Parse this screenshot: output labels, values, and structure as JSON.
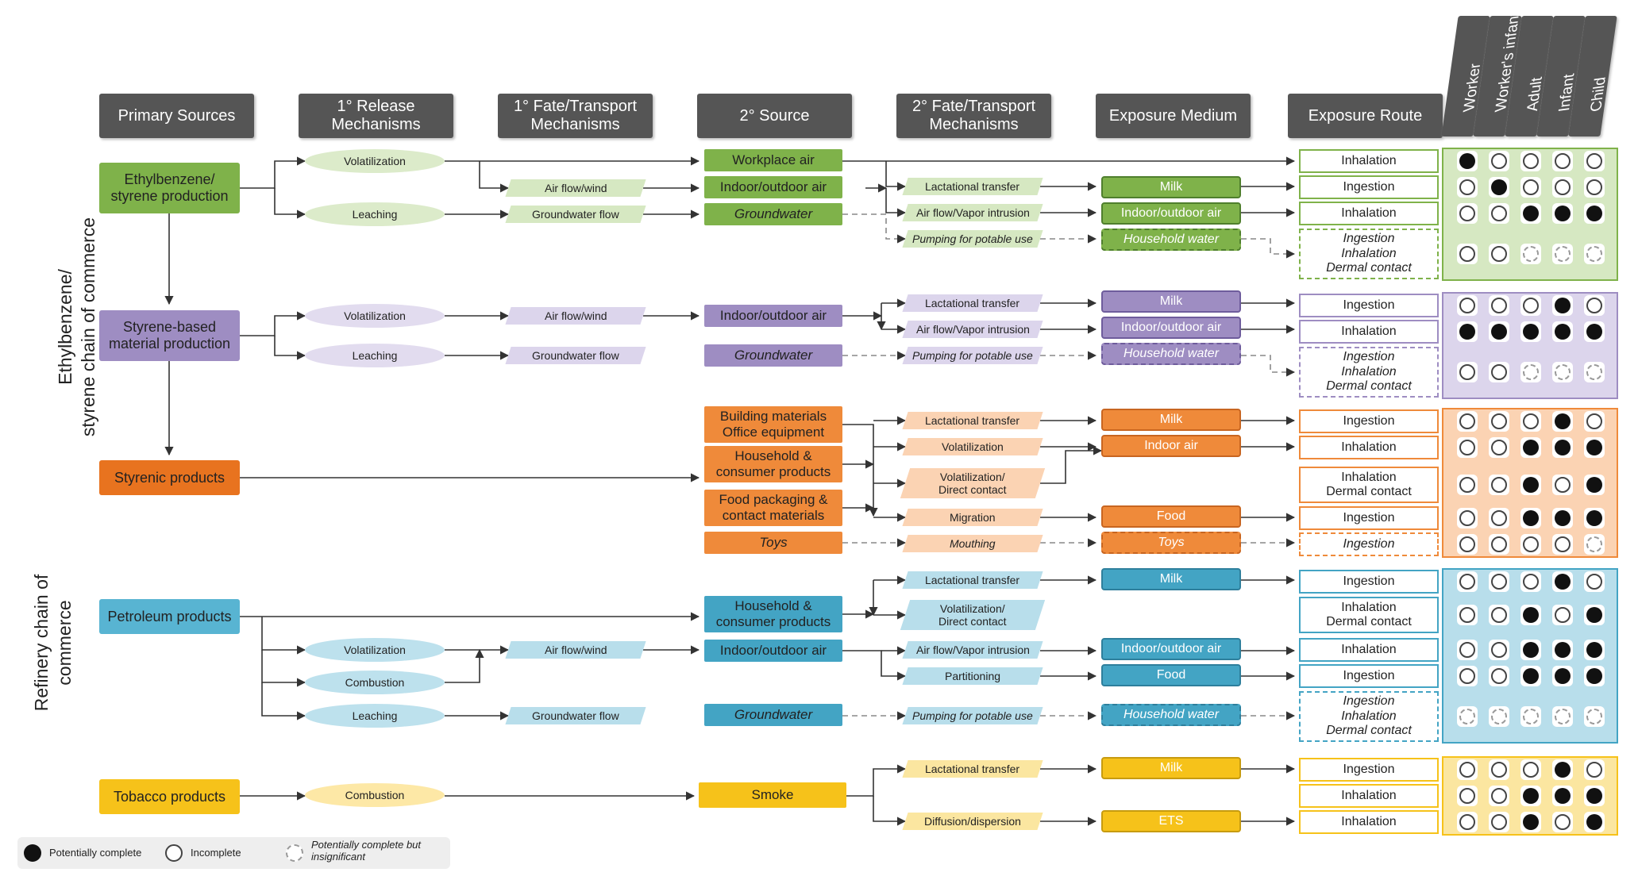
{
  "headers": {
    "primary_sources": "Primary Sources",
    "release": "1° Release\nMechanisms",
    "fate1": "1° Fate/Transport\nMechanisms",
    "source2": "2° Source",
    "fate2": "2° Fate/Transport\nMechanisms",
    "medium": "Exposure Medium",
    "route": "Exposure Route"
  },
  "receptors": [
    "Worker",
    "Worker's infant",
    "Adult",
    "Infant",
    "Child"
  ],
  "side_labels": {
    "ethylbenzene": "Ethylbenzene/\nstyrene chain of commerce",
    "refinery": "Refinery chain of\ncommerce"
  },
  "legend": {
    "complete": "Potentially complete",
    "incomplete": "Incomplete",
    "insignificant": "Potentially complete but\ninsignificant"
  },
  "colors": {
    "header": "#555555",
    "green": "#7fb24a",
    "purple": "#9e8dc2",
    "orange": "#ef8a3a",
    "styrenic": "#e8731f",
    "blue": "#43a4c4",
    "yellow": "#f6c21a"
  },
  "nodes": {
    "eb_production": "Ethylbenzene/\nstyrene production",
    "styrene_material": "Styrene-based\nmaterial production",
    "styrenic_products": "Styrenic products",
    "petroleum_products": "Petroleum products",
    "tobacco_products": "Tobacco products",
    "g_volatilization": "Volatilization",
    "g_leaching": "Leaching",
    "g_airflow": "Air flow/wind",
    "g_gwflow": "Groundwater flow",
    "g_workplace_air": "Workplace air",
    "g_indoor_outdoor_air": "Indoor/outdoor air",
    "g_groundwater": "Groundwater",
    "g_lactational": "Lactational transfer",
    "g_vapor": "Air flow/Vapor intrusion",
    "g_pumping": "Pumping for potable use",
    "g_milk": "Milk",
    "g_medium_air": "Indoor/outdoor air",
    "g_household_water": "Household water",
    "p_volatilization": "Volatilization",
    "p_leaching": "Leaching",
    "p_airflow": "Air flow/wind",
    "p_gwflow": "Groundwater flow",
    "p_indoor_outdoor_air": "Indoor/outdoor air",
    "p_groundwater": "Groundwater",
    "p_lactational": "Lactational transfer",
    "p_vapor": "Air flow/Vapor intrusion",
    "p_pumping": "Pumping for potable use",
    "p_milk": "Milk",
    "p_medium_air": "Indoor/outdoor air",
    "p_household_water": "Household water",
    "o_building": "Building materials\nOffice equipment",
    "o_household": "Household &\nconsumer products",
    "o_food_pack": "Food packaging &\ncontact materials",
    "o_toys": "Toys",
    "o_lactational": "Lactational transfer",
    "o_volatilization": "Volatilization",
    "o_vol_direct": "Volatilization/\nDirect contact",
    "o_migration": "Migration",
    "o_mouthing": "Mouthing",
    "o_milk": "Milk",
    "o_indoor_air": "Indoor air",
    "o_food": "Food",
    "o_toys_medium": "Toys",
    "b_volatilization": "Volatilization",
    "b_combustion": "Combustion",
    "b_leaching": "Leaching",
    "b_airflow": "Air flow/wind",
    "b_gwflow": "Groundwater flow",
    "b_household": "Household &\nconsumer products",
    "b_indoor_outdoor_air": "Indoor/outdoor air",
    "b_groundwater": "Groundwater",
    "b_lactational": "Lactational transfer",
    "b_vol_direct": "Volatilization/\nDirect contact",
    "b_vapor": "Air flow/Vapor intrusion",
    "b_partitioning": "Partitioning",
    "b_pumping": "Pumping for potable use",
    "b_milk": "Milk",
    "b_medium_air": "Indoor/outdoor air",
    "b_food": "Food",
    "b_household_water": "Household water",
    "y_combustion": "Combustion",
    "y_smoke": "Smoke",
    "y_lactational": "Lactational transfer",
    "y_diffusion": "Diffusion/dispersion",
    "y_milk": "Milk",
    "y_ets": "ETS"
  },
  "routes": [
    {
      "group": "green",
      "label": "Inhalation",
      "status": [
        "complete",
        "incomplete",
        "incomplete",
        "incomplete",
        "incomplete"
      ]
    },
    {
      "group": "green",
      "label": "Ingestion",
      "status": [
        "incomplete",
        "complete",
        "incomplete",
        "incomplete",
        "incomplete"
      ]
    },
    {
      "group": "green",
      "label": "Inhalation",
      "status": [
        "incomplete",
        "incomplete",
        "complete",
        "complete",
        "complete"
      ]
    },
    {
      "group": "green",
      "label": "Ingestion\nInhalation\nDermal contact",
      "status": [
        "incomplete",
        "incomplete",
        "insignificant",
        "insignificant",
        "insignificant"
      ]
    },
    {
      "group": "purple",
      "label": "Ingestion",
      "status": [
        "incomplete",
        "incomplete",
        "incomplete",
        "complete",
        "incomplete"
      ]
    },
    {
      "group": "purple",
      "label": "Inhalation",
      "status": [
        "complete",
        "complete",
        "complete",
        "complete",
        "complete"
      ]
    },
    {
      "group": "purple",
      "label": "Ingestion\nInhalation\nDermal contact",
      "status": [
        "incomplete",
        "incomplete",
        "insignificant",
        "insignificant",
        "insignificant"
      ]
    },
    {
      "group": "orange",
      "label": "Ingestion",
      "status": [
        "incomplete",
        "incomplete",
        "incomplete",
        "complete",
        "incomplete"
      ]
    },
    {
      "group": "orange",
      "label": "Inhalation",
      "status": [
        "incomplete",
        "incomplete",
        "complete",
        "complete",
        "complete"
      ]
    },
    {
      "group": "orange",
      "label": "Inhalation\nDermal contact",
      "status": [
        "incomplete",
        "incomplete",
        "complete",
        "incomplete",
        "complete"
      ]
    },
    {
      "group": "orange",
      "label": "Ingestion",
      "status": [
        "incomplete",
        "incomplete",
        "complete",
        "complete",
        "complete"
      ]
    },
    {
      "group": "orange",
      "label": "Ingestion",
      "status": [
        "incomplete",
        "incomplete",
        "incomplete",
        "incomplete",
        "insignificant"
      ]
    },
    {
      "group": "blue",
      "label": "Ingestion",
      "status": [
        "incomplete",
        "incomplete",
        "incomplete",
        "complete",
        "incomplete"
      ]
    },
    {
      "group": "blue",
      "label": "Inhalation\nDermal contact",
      "status": [
        "incomplete",
        "incomplete",
        "complete",
        "incomplete",
        "complete"
      ]
    },
    {
      "group": "blue",
      "label": "Inhalation",
      "status": [
        "incomplete",
        "incomplete",
        "complete",
        "complete",
        "complete"
      ]
    },
    {
      "group": "blue",
      "label": "Ingestion",
      "status": [
        "incomplete",
        "incomplete",
        "complete",
        "complete",
        "complete"
      ]
    },
    {
      "group": "blue",
      "label": "Ingestion\nInhalation\nDermal contact",
      "status": [
        "insignificant",
        "insignificant",
        "insignificant",
        "insignificant",
        "insignificant"
      ]
    },
    {
      "group": "yellow",
      "label": "Ingestion",
      "status": [
        "incomplete",
        "incomplete",
        "incomplete",
        "complete",
        "incomplete"
      ]
    },
    {
      "group": "yellow",
      "label": "Inhalation",
      "status": [
        "incomplete",
        "incomplete",
        "complete",
        "complete",
        "complete"
      ]
    },
    {
      "group": "yellow",
      "label": "Inhalation",
      "status": [
        "incomplete",
        "incomplete",
        "complete",
        "incomplete",
        "complete"
      ]
    }
  ]
}
